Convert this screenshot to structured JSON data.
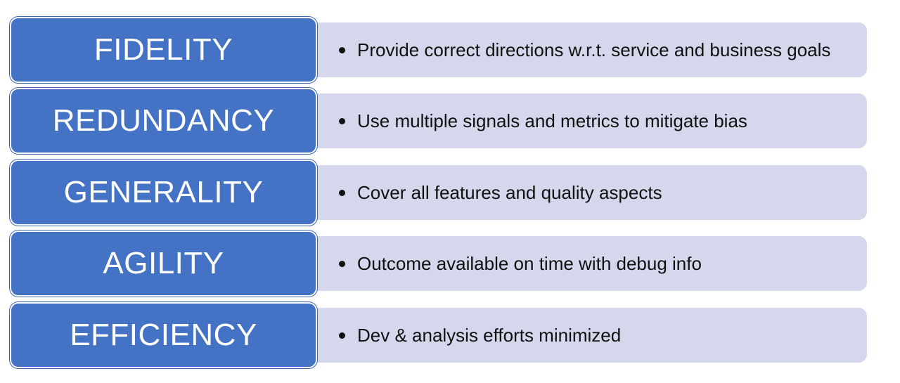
{
  "colors": {
    "label_fill": "#4472c4",
    "description_fill": "#d5d7ec",
    "label_text": "#ffffff",
    "description_text": "#111111"
  },
  "rows": [
    {
      "label": "FIDELITY",
      "description": "Provide correct directions w.r.t. service and business goals"
    },
    {
      "label": "REDUNDANCY",
      "description": "Use multiple signals and metrics to mitigate bias"
    },
    {
      "label": "GENERALITY",
      "description": "Cover all features and quality aspects"
    },
    {
      "label": "AGILITY",
      "description": "Outcome available on time with debug info"
    },
    {
      "label": "EFFICIENCY",
      "description": "Dev & analysis efforts minimized"
    }
  ]
}
